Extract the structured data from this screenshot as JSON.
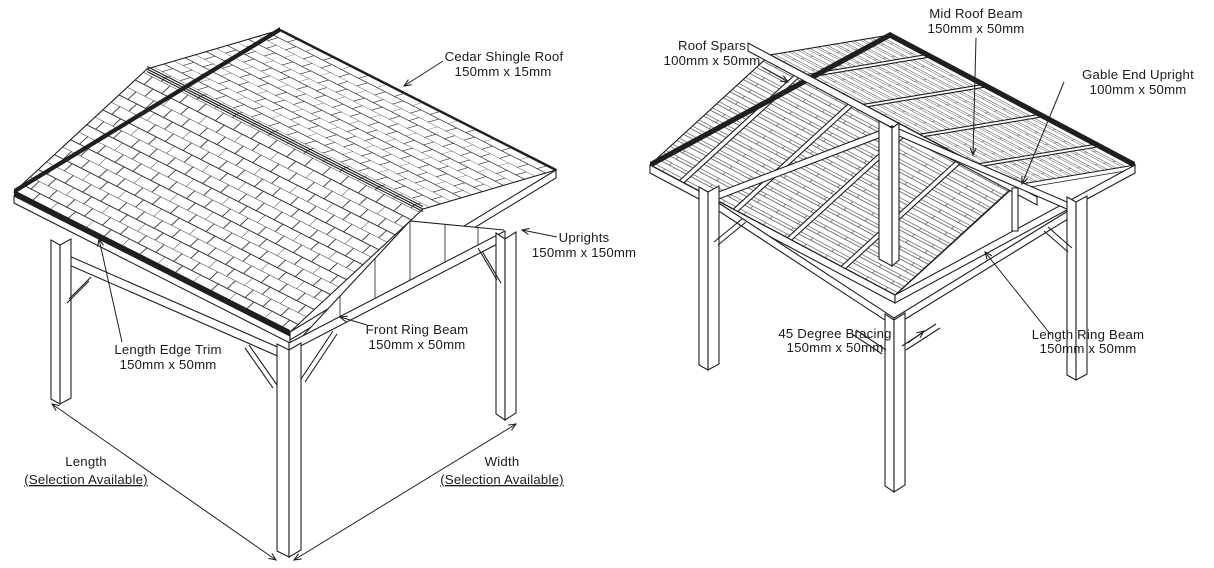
{
  "canvas": {
    "background": "#ffffff",
    "line_color": "#1f1f1f"
  },
  "left_view": {
    "description": "Gazebo assembled view with cedar shingle roof",
    "labels": {
      "cedar_shingle_roof": {
        "line1": "Cedar Shingle Roof",
        "line2": "150mm x 15mm"
      },
      "uprights": {
        "line1": "Uprights",
        "line2": "150mm x 150mm"
      },
      "front_ring_beam": {
        "line1": "Front Ring Beam",
        "line2": "150mm x 50mm"
      },
      "length_edge_trim": {
        "line1": "Length Edge Trim",
        "line2": "150mm x 50mm"
      },
      "length_dimension": {
        "line1": "Length",
        "line2": "(Selection Available)"
      },
      "width_dimension": {
        "line1": "Width",
        "line2": "(Selection Available)"
      }
    }
  },
  "right_view": {
    "description": "Gazebo roof frame view with spars and beams exposed",
    "labels": {
      "roof_spars": {
        "line1": "Roof Spars",
        "line2": "100mm x 50mm"
      },
      "mid_roof_beam": {
        "line1": "Mid Roof Beam",
        "line2": "150mm x 50mm"
      },
      "gable_end_upright": {
        "line1": "Gable End Upright",
        "line2": "100mm x 50mm"
      },
      "degree_bracing_45": {
        "line1": "45 Degree Bracing",
        "line2": "150mm x 50mm"
      },
      "length_ring_beam": {
        "line1": "Length Ring Beam",
        "line2": "150mm x 50mm"
      }
    }
  }
}
